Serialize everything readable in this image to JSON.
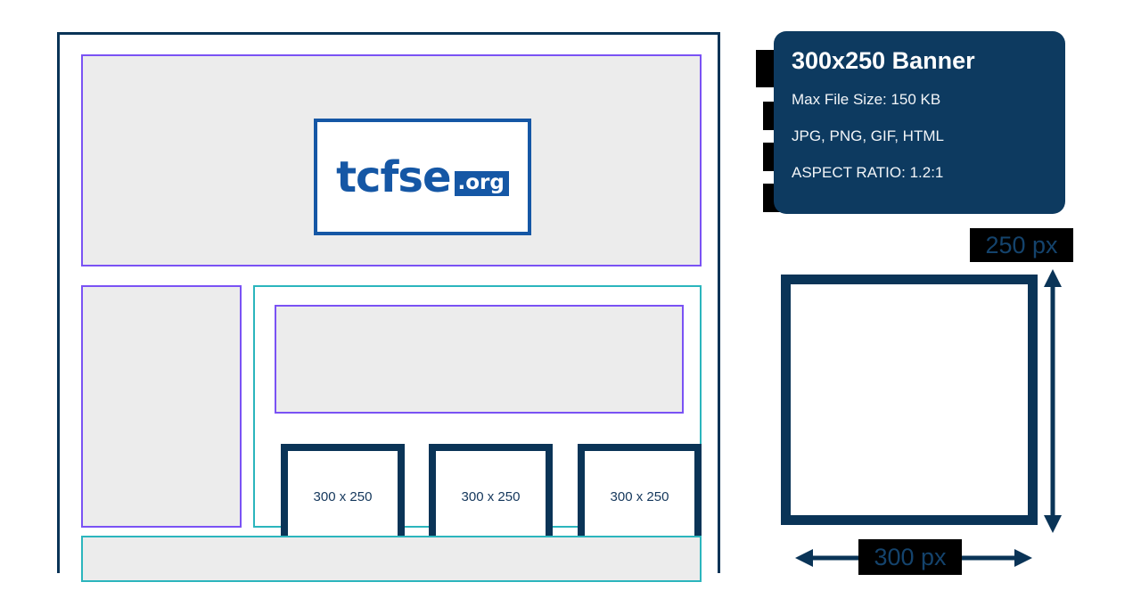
{
  "spec_card": {
    "title": "300x250 Banner",
    "lines": [
      "Max File Size: 150 KB",
      "JPG, PNG, GIF, HTML",
      "ASPECT RATIO: 1.2:1"
    ],
    "bg_color": "#0d3a60",
    "title_color": "#ffffff"
  },
  "dimensions": {
    "height_label": "250 px",
    "width_label": "300 px",
    "box_border_color": "#0a3457",
    "label_bg_color": "#000000",
    "label_text_color": "#14436c"
  },
  "wireframe": {
    "outer_border_color": "#0a3457",
    "purple_border_color": "#7a52f4",
    "teal_border_color": "#2bb5bd",
    "placeholder_fill": "#ececec",
    "logo": {
      "word": "tcfse",
      "tld": ".org",
      "brand_color": "#1557a5"
    },
    "ad_slots": [
      {
        "label": "300 x 250"
      },
      {
        "label": "300 x 250"
      },
      {
        "label": "300 x 250"
      }
    ]
  }
}
